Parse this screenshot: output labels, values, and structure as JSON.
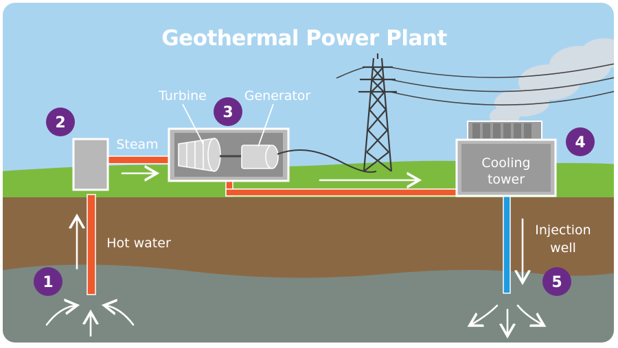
{
  "title": "Geothermal Power Plant",
  "labels": {
    "turbine": "Turbine",
    "generator": "Generator",
    "steam": "Steam",
    "hot_water": "Hot water",
    "cooling_line1": "Cooling",
    "cooling_line2": "tower",
    "injection_line1": "Injection",
    "injection_line2": "well"
  },
  "steps": [
    "1",
    "2",
    "3",
    "4",
    "5"
  ],
  "colors": {
    "sky": "#a9d4f0",
    "grass": "#7dbb3f",
    "soil": "#8b6844",
    "rock": "#7b8982",
    "hot_pipe": "#ee5a2b",
    "cold_pipe": "#1f9be0",
    "badge": "#6a2b88",
    "equipment": "#b8b8b8"
  },
  "icons": [
    "transmission-tower-icon",
    "steam-cloud-icon",
    "turbine-icon",
    "generator-icon"
  ]
}
